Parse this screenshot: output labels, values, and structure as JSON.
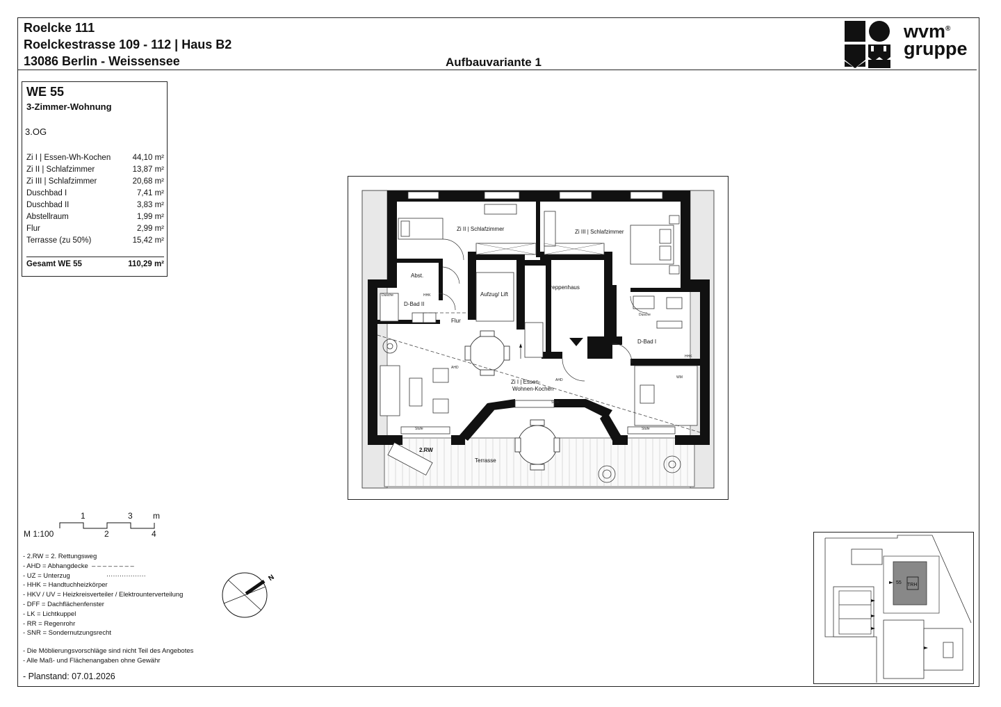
{
  "header": {
    "project": "Roelcke 111",
    "street": "Roelckestrasse 109 - 112 | Haus B2",
    "city": "13086 Berlin - Weissensee",
    "variant": "Aufbauvariante 1",
    "brand_line1": "wvm",
    "brand_line2": "gruppe",
    "brand_mark": "®"
  },
  "unit": {
    "id": "WE 55",
    "type": "3-Zimmer-Wohnung",
    "floor": "3.OG",
    "rooms": [
      {
        "name": "Zi I | Essen-Wh-Kochen",
        "area": "44,10 m²"
      },
      {
        "name": "Zi II | Schlafzimmer",
        "area": "13,87 m²"
      },
      {
        "name": "Zi III | Schlafzimmer",
        "area": "20,68 m²"
      },
      {
        "name": "Duschbad I",
        "area": "7,41 m²"
      },
      {
        "name": "Duschbad II",
        "area": "3,83 m²"
      },
      {
        "name": "Abstellraum",
        "area": "1,99 m²"
      },
      {
        "name": "Flur",
        "area": "2,99 m²"
      },
      {
        "name": "Terrasse (zu 50%)",
        "area": "15,42 m²"
      }
    ],
    "total_label": "Gesamt WE 55",
    "total_area": "110,29 m²"
  },
  "plan": {
    "labels": {
      "zi2": "Zi II | Schlafzimmer",
      "zi3": "Zi III | Schlafzimmer",
      "abst": "Abst.",
      "dbad2": "D-Bad II",
      "aufzug": "Aufzug/ Lift",
      "treppe": "Treppenhaus",
      "flur": "Flur",
      "dbad1": "D-Bad I",
      "zi1a": "Zi I | Essen-",
      "zi1b": "Wohnen-Kochen",
      "terrasse": "Terrasse",
      "rw": "2.RW",
      "ahd": "AHD",
      "dusche": "Dusche",
      "hhk": "HHK",
      "wm": "WM",
      "stufe": "Stufe"
    }
  },
  "scale": {
    "label": "M 1:100",
    "top_ticks": [
      "1",
      "3",
      "m"
    ],
    "bottom_ticks": [
      "2",
      "4"
    ]
  },
  "legend": [
    "- 2.RW = 2. Rettungsweg",
    "- AHD = Abhangdecke",
    "- UZ = Unterzug",
    "- HHK = Handtuchheizkörper",
    "- HKV / UV = Heizkreisverteiler / Elektrounterverteilung",
    "- DFF = Dachflächenfenster",
    "- LK = Lichtkuppel",
    "- RR = Regenrohr",
    "- SNR = Sondernutzungsrecht"
  ],
  "legend_markers": {
    "ahd": "– – – – – – – –",
    "uz": "··················"
  },
  "notes": [
    "- Die Möblierungsvorschläge sind nicht Teil des Angebotes",
    "- Alle Maß- und Flächenangaben ohne Gewähr"
  ],
  "planstand": "- Planstand: 07.01.2026",
  "north_label": "N",
  "siteplan": {
    "unit_number": "55",
    "trh": "TRH"
  }
}
